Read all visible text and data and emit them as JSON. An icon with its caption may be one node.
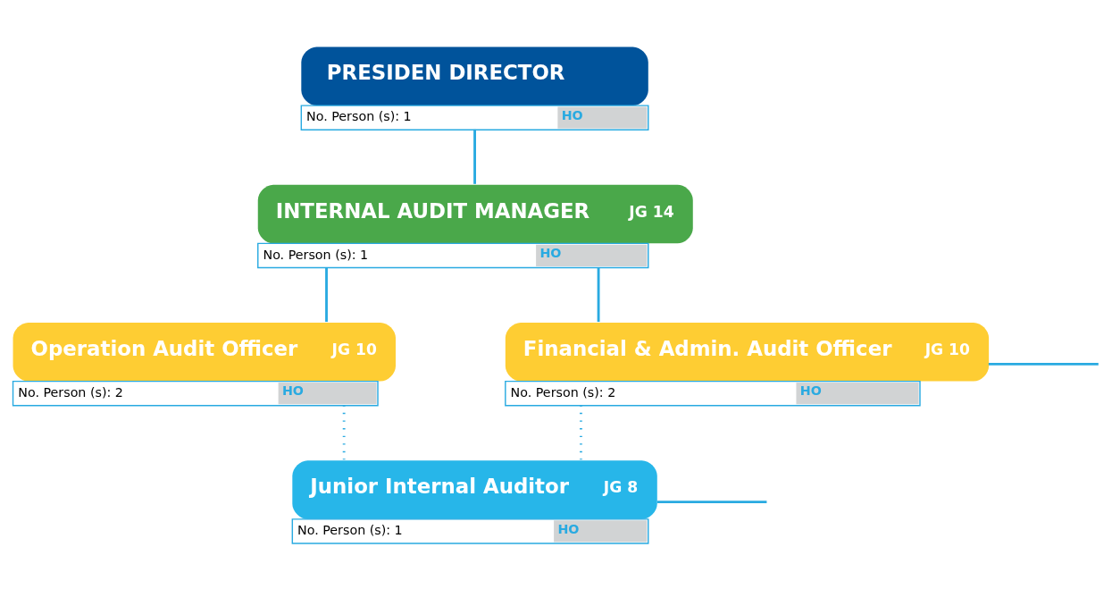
{
  "diagram": {
    "nodes": [
      {
        "text": [
          "PRESIDEN DIRECTOR",
          "No. Person (s): 1",
          "HO"
        ]
      },
      {
        "text": [
          "INTERNAL AUDIT MANAGER",
          "JG 14",
          "No. Person (s): 1",
          "HO"
        ]
      },
      {
        "text": [
          "Operation Audit Officer",
          "JG 10",
          "No. Person (s): 2",
          "HO"
        ]
      },
      {
        "text": [
          "Financial & Admin. Audit Officer",
          "JG 10",
          "No. Person (s): 2",
          "HO"
        ]
      },
      {
        "text": [
          "Junior Internal Auditor",
          "JG 8",
          "No. Person (s): 1",
          "HO"
        ]
      }
    ],
    "edges": [
      {
        "from": 0,
        "to": 1,
        "arrow": "none"
      },
      {
        "from": 1,
        "to": 2,
        "arrow": "none"
      },
      {
        "from": 1,
        "to": 3,
        "arrow": "none"
      },
      {
        "from": 3,
        "to": null,
        "arrow": "none"
      },
      {
        "from": 2,
        "to": 4,
        "arrow": "none",
        "style": "dashed"
      },
      {
        "from": 3,
        "to": 4,
        "arrow": "none",
        "style": "dashed"
      },
      {
        "from": 4,
        "to": null,
        "arrow": "none"
      }
    ]
  }
}
